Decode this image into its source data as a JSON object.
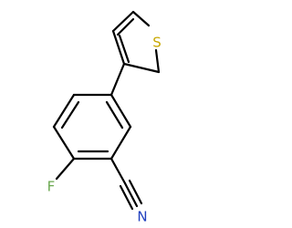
{
  "molecule": {
    "atoms": {
      "sulfur": {
        "symbol": "S",
        "color": "#c8a800"
      },
      "fluorine": {
        "symbol": "F",
        "color": "#6aa84f"
      },
      "nitrogen": {
        "symbol": "N",
        "color": "#1f3fbf"
      }
    },
    "bond_color": "#000000"
  }
}
